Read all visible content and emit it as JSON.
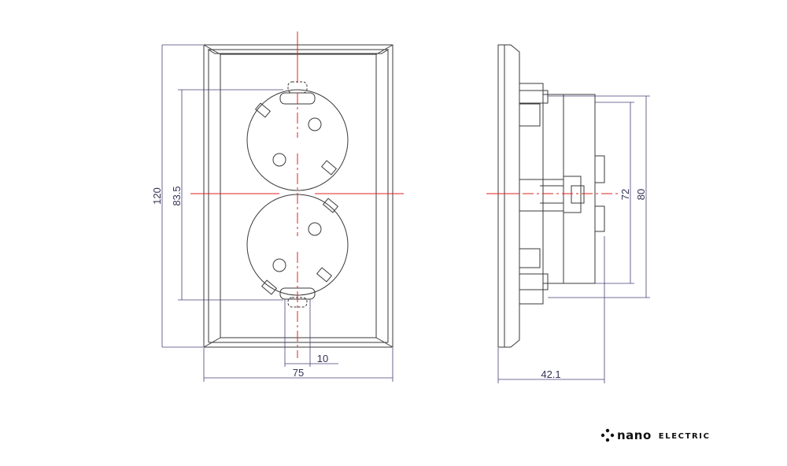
{
  "dimensions": {
    "height_total": "120",
    "height_socket": "83.5",
    "width_total": "75",
    "width_slot": "10",
    "depth": "42.1",
    "side_height_inner": "72",
    "side_height_outer": "80"
  },
  "logo": {
    "word": "nano",
    "sub": "ELECTRIC"
  },
  "colors": {
    "outline": "#3a3a3a",
    "dimension": "#4a3f78",
    "centerline": "#e02020"
  }
}
